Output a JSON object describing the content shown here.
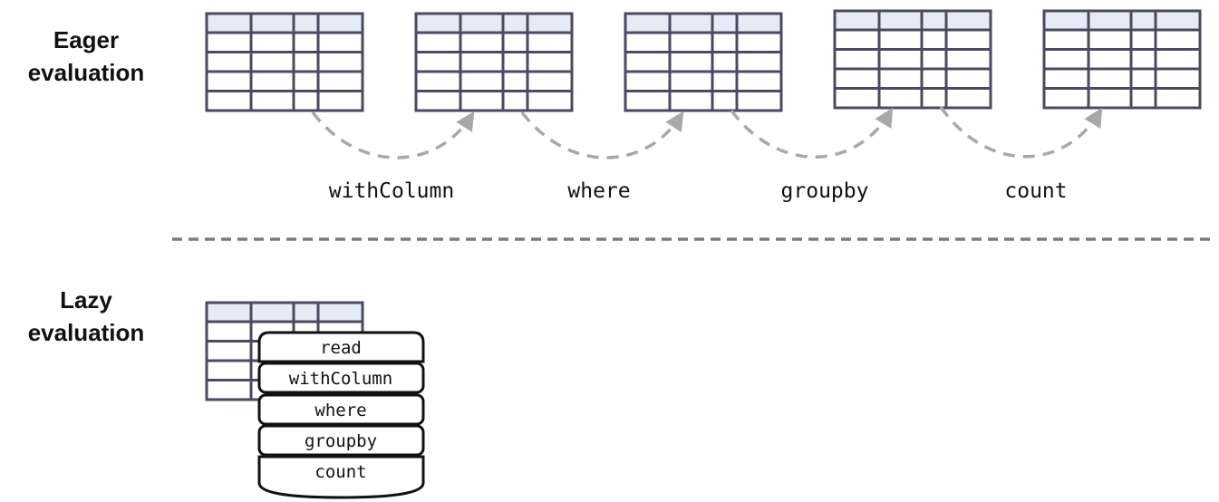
{
  "sections": {
    "eager": {
      "label_lines": [
        "Eager",
        "evaluation"
      ],
      "operations": [
        "withColumn",
        "where",
        "groupby",
        "count"
      ]
    },
    "lazy": {
      "label_lines": [
        "Lazy",
        "evaluation"
      ],
      "plan_steps": [
        "read",
        "withColumn",
        "where",
        "groupby",
        "count"
      ]
    }
  },
  "colors": {
    "table_stroke": "#4a4a60",
    "table_header_fill": "#e6ecf6",
    "arrow": "#a8a8a8",
    "divider": "#7a7a80",
    "text": "#111111"
  }
}
